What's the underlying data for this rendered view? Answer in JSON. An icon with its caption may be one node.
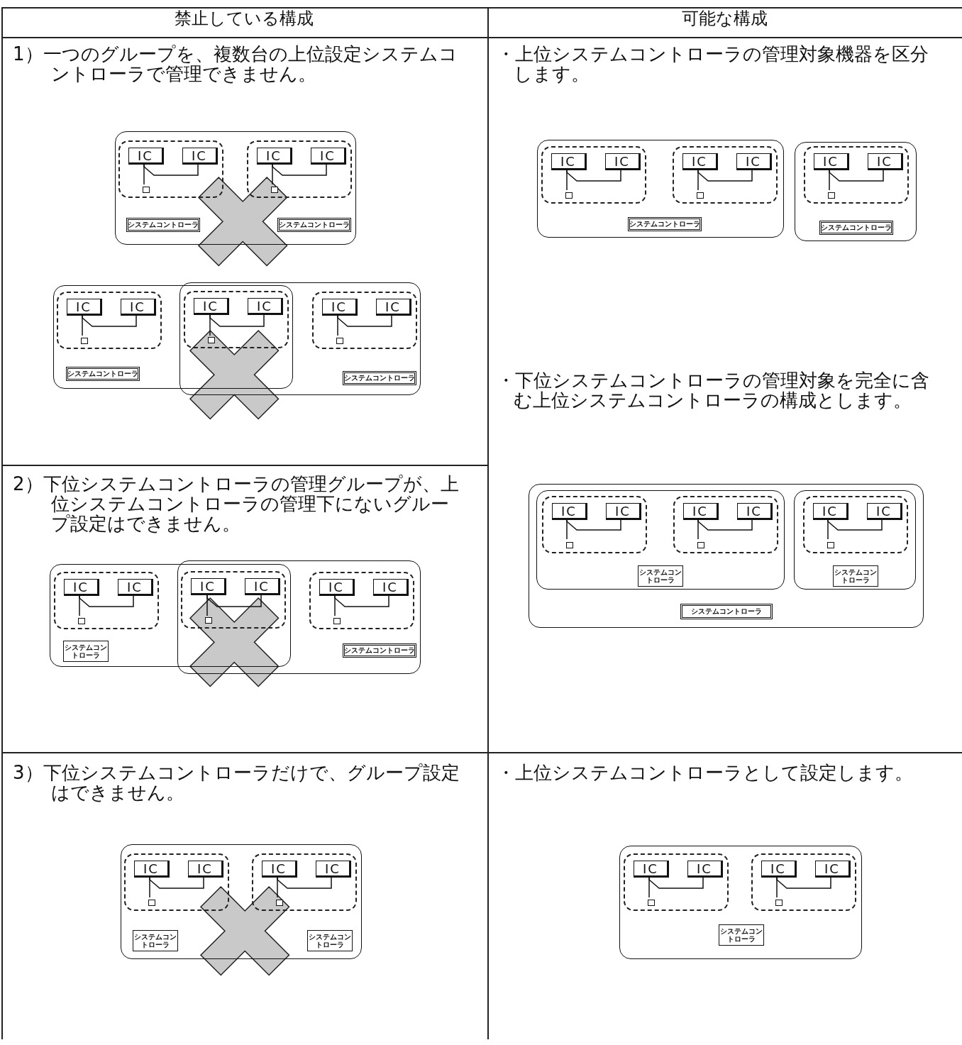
{
  "diagram": {
    "nodes": [
      {
        "text": [],
        "shape": "box"
      },
      {
        "text": [],
        "shape": "box",
        "in": 0
      },
      {
        "text": [
          "IC"
        ],
        "in": 1
      },
      {
        "text": [
          "IC"
        ],
        "in": 1
      },
      {
        "text": [],
        "shape": "box",
        "in": 1
      },
      {
        "text": [],
        "shape": "box",
        "in": 0
      },
      {
        "text": [
          "IC"
        ],
        "in": 5
      },
      {
        "text": [
          "IC"
        ],
        "in": 5
      },
      {
        "text": [],
        "shape": "box",
        "in": 5
      },
      {
        "text": [
          "システムコントローラ"
        ],
        "in": 0
      },
      {
        "text": [
          "システムコントローラ"
        ],
        "in": 0
      },
      {
        "text": [],
        "shape": "box"
      },
      {
        "text": [],
        "shape": "box"
      },
      {
        "text": [],
        "shape": "box",
        "in": 11
      },
      {
        "text": [
          "IC"
        ],
        "in": 13
      },
      {
        "text": [
          "IC"
        ],
        "in": 13
      },
      {
        "text": [],
        "shape": "box",
        "in": 13
      },
      {
        "text": [],
        "shape": "box"
      },
      {
        "text": [
          "IC"
        ],
        "in": 17
      },
      {
        "text": [
          "IC"
        ],
        "in": 17
      },
      {
        "text": [],
        "shape": "box",
        "in": 17
      },
      {
        "text": [],
        "shape": "box",
        "in": 12
      },
      {
        "text": [
          "IC"
        ],
        "in": 21
      },
      {
        "text": [
          "IC"
        ],
        "in": 21
      },
      {
        "text": [],
        "shape": "box",
        "in": 21
      },
      {
        "text": [
          "システムコントローラ"
        ],
        "in": 11
      },
      {
        "text": [
          "システムコントローラ"
        ],
        "in": 12
      },
      {
        "text": [],
        "shape": "box"
      },
      {
        "text": [],
        "shape": "box",
        "in": 27
      },
      {
        "text": [
          "IC"
        ],
        "in": 28
      },
      {
        "text": [
          "IC"
        ],
        "in": 28
      },
      {
        "text": [],
        "shape": "box",
        "in": 28
      },
      {
        "text": [],
        "shape": "box",
        "in": 27
      },
      {
        "text": [
          "IC"
        ],
        "in": 32
      },
      {
        "text": [
          "IC"
        ],
        "in": 32
      },
      {
        "text": [],
        "shape": "box",
        "in": 32
      },
      {
        "text": [
          "システムコントローラ"
        ],
        "in": 27
      },
      {
        "text": [],
        "shape": "box"
      },
      {
        "text": [],
        "shape": "box",
        "in": 37
      },
      {
        "text": [
          "IC"
        ],
        "in": 38
      },
      {
        "text": [
          "IC"
        ],
        "in": 38
      },
      {
        "text": [],
        "shape": "box",
        "in": 38
      },
      {
        "text": [
          "システムコントローラ"
        ],
        "in": 37
      },
      {
        "text": [],
        "shape": "box"
      },
      {
        "text": [],
        "shape": "box"
      },
      {
        "text": [],
        "shape": "box",
        "in": 43
      },
      {
        "text": [
          "IC"
        ],
        "in": 45
      },
      {
        "text": [
          "IC"
        ],
        "in": 45
      },
      {
        "text": [],
        "shape": "box",
        "in": 45
      },
      {
        "text": [],
        "shape": "box"
      },
      {
        "text": [
          "IC"
        ],
        "in": 49
      },
      {
        "text": [
          "IC"
        ],
        "in": 49
      },
      {
        "text": [],
        "shape": "box",
        "in": 49
      },
      {
        "text": [],
        "shape": "box",
        "in": 44
      },
      {
        "text": [
          "IC"
        ],
        "in": 53
      },
      {
        "text": [
          "IC"
        ],
        "in": 53
      },
      {
        "text": [],
        "shape": "box",
        "in": 53
      },
      {
        "text": [
          "システムコントローラ"
        ],
        "in": 43
      },
      {
        "text": [
          "システムコントローラ"
        ],
        "in": 44
      },
      {
        "text": [],
        "shape": "box"
      },
      {
        "text": [],
        "shape": "box",
        "in": 59
      },
      {
        "text": [],
        "shape": "box",
        "in": 60
      },
      {
        "text": [
          "IC"
        ],
        "in": 61
      },
      {
        "text": [
          "IC"
        ],
        "in": 61
      },
      {
        "text": [],
        "shape": "box",
        "in": 61
      },
      {
        "text": [],
        "shape": "box",
        "in": 60
      },
      {
        "text": [
          "IC"
        ],
        "in": 65
      },
      {
        "text": [
          "IC"
        ],
        "in": 65
      },
      {
        "text": [],
        "shape": "box",
        "in": 65
      },
      {
        "text": [
          "システムコントローラ"
        ],
        "in": 60
      },
      {
        "text": [],
        "shape": "box",
        "in": 59
      },
      {
        "text": [],
        "shape": "box",
        "in": 70
      },
      {
        "text": [
          "IC"
        ],
        "in": 71
      },
      {
        "text": [
          "IC"
        ],
        "in": 71
      },
      {
        "text": [],
        "shape": "box",
        "in": 71
      },
      {
        "text": [
          "システムコントローラ"
        ],
        "in": 70
      },
      {
        "text": [
          "システムコントローラ"
        ],
        "in": 59
      },
      {
        "text": [],
        "shape": "box"
      },
      {
        "text": [],
        "shape": "box",
        "in": 77
      },
      {
        "text": [
          "IC"
        ],
        "in": 78
      },
      {
        "text": [
          "IC"
        ],
        "in": 78
      },
      {
        "text": [],
        "shape": "box",
        "in": 78
      },
      {
        "text": [],
        "shape": "box",
        "in": 77
      },
      {
        "text": [
          "IC"
        ],
        "in": 82
      },
      {
        "text": [
          "IC"
        ],
        "in": 82
      },
      {
        "text": [],
        "shape": "box",
        "in": 82
      },
      {
        "text": [
          "システムコントローラ"
        ],
        "in": 77
      },
      {
        "text": [
          "システムコントローラ"
        ],
        "in": 77
      },
      {
        "text": [],
        "shape": "box"
      },
      {
        "text": [],
        "shape": "box",
        "in": 88
      },
      {
        "text": [
          "IC"
        ],
        "in": 89
      },
      {
        "text": [
          "IC"
        ],
        "in": 89
      },
      {
        "text": [],
        "shape": "box",
        "in": 89
      },
      {
        "text": [],
        "shape": "box",
        "in": 88
      },
      {
        "text": [
          "IC"
        ],
        "in": 93
      },
      {
        "text": [
          "IC"
        ],
        "in": 93
      },
      {
        "text": [],
        "shape": "box",
        "in": 93
      },
      {
        "text": [
          "システムコントローラ"
        ],
        "in": 88
      }
    ],
    "edges": [
      {
        "from": 2,
        "to": 4,
        "arrow": "none"
      },
      {
        "from": 2,
        "to": 3,
        "arrow": "none"
      },
      {
        "from": 6,
        "to": 8,
        "arrow": "none"
      },
      {
        "from": 6,
        "to": 7,
        "arrow": "none"
      },
      {
        "from": 14,
        "to": 16,
        "arrow": "none"
      },
      {
        "from": 14,
        "to": 15,
        "arrow": "none"
      },
      {
        "from": 18,
        "to": 20,
        "arrow": "none"
      },
      {
        "from": 18,
        "to": 19,
        "arrow": "none"
      },
      {
        "from": 22,
        "to": 24,
        "arrow": "none"
      },
      {
        "from": 22,
        "to": 23,
        "arrow": "none"
      },
      {
        "from": 29,
        "to": 31,
        "arrow": "none"
      },
      {
        "from": 29,
        "to": 30,
        "arrow": "none"
      },
      {
        "from": 33,
        "to": 35,
        "arrow": "none"
      },
      {
        "from": 33,
        "to": 34,
        "arrow": "none"
      },
      {
        "from": 39,
        "to": 41,
        "arrow": "none"
      },
      {
        "from": 39,
        "to": 40,
        "arrow": "none"
      },
      {
        "from": 46,
        "to": 48,
        "arrow": "none"
      },
      {
        "from": 46,
        "to": 47,
        "arrow": "none"
      },
      {
        "from": 50,
        "to": 52,
        "arrow": "none"
      },
      {
        "from": 50,
        "to": 51,
        "arrow": "none"
      },
      {
        "from": 54,
        "to": 56,
        "arrow": "none"
      },
      {
        "from": 54,
        "to": 55,
        "arrow": "none"
      },
      {
        "from": 62,
        "to": 64,
        "arrow": "none"
      },
      {
        "from": 62,
        "to": 63,
        "arrow": "none"
      },
      {
        "from": 66,
        "to": 68,
        "arrow": "none"
      },
      {
        "from": 66,
        "to": 67,
        "arrow": "none"
      },
      {
        "from": 72,
        "to": 74,
        "arrow": "none"
      },
      {
        "from": 72,
        "to": 73,
        "arrow": "none"
      },
      {
        "from": 79,
        "to": 81,
        "arrow": "none"
      },
      {
        "from": 79,
        "to": 80,
        "arrow": "none"
      },
      {
        "from": 83,
        "to": 85,
        "arrow": "none"
      },
      {
        "from": 83,
        "to": 84,
        "arrow": "none"
      },
      {
        "from": 90,
        "to": 92,
        "arrow": "none"
      },
      {
        "from": 90,
        "to": 91,
        "arrow": "none"
      },
      {
        "from": 94,
        "to": 96,
        "arrow": "none"
      },
      {
        "from": 94,
        "to": 95,
        "arrow": "none"
      }
    ],
    "labels": [
      "禁止している構成",
      "可能な構成",
      "1）一つのグループを、複数台の上位設定システムコントローラで管理できません。",
      "・上位システムコントローラの管理対象機器を区分します。",
      "・下位システムコントローラの管理対象を完全に含む上位システムコントローラの構成とします。",
      "2）下位システムコントローラの管理グループが、上位システムコントローラの管理下にないグループ設定はできません。",
      "3）下位システムコントローラだけで、グループ設定はできません。",
      "・上位システムコントローラとして設定します。"
    ]
  }
}
